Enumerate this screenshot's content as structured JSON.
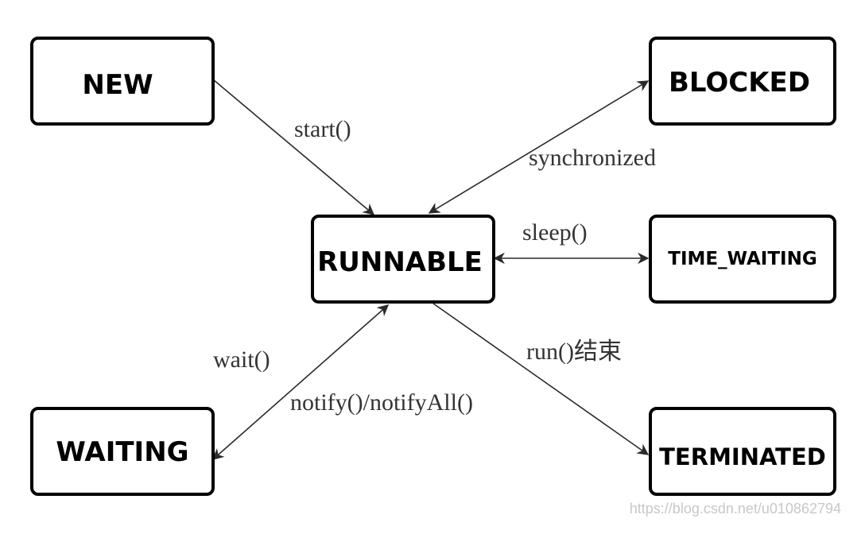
{
  "states": {
    "new": "NEW",
    "blocked": "BLOCKED",
    "runnable": "RUNNABLE",
    "time_waiting": "TIME_WAITING",
    "waiting": "WAITING",
    "terminated": "TERMINATED"
  },
  "transitions": {
    "start": "start()",
    "synchronized": "synchronized",
    "sleep": "sleep()",
    "run_end": "run()结束",
    "wait": "wait()",
    "notify": "notify()/notifyAll()"
  },
  "watermark": "https://blog.csdn.net/u010862794"
}
